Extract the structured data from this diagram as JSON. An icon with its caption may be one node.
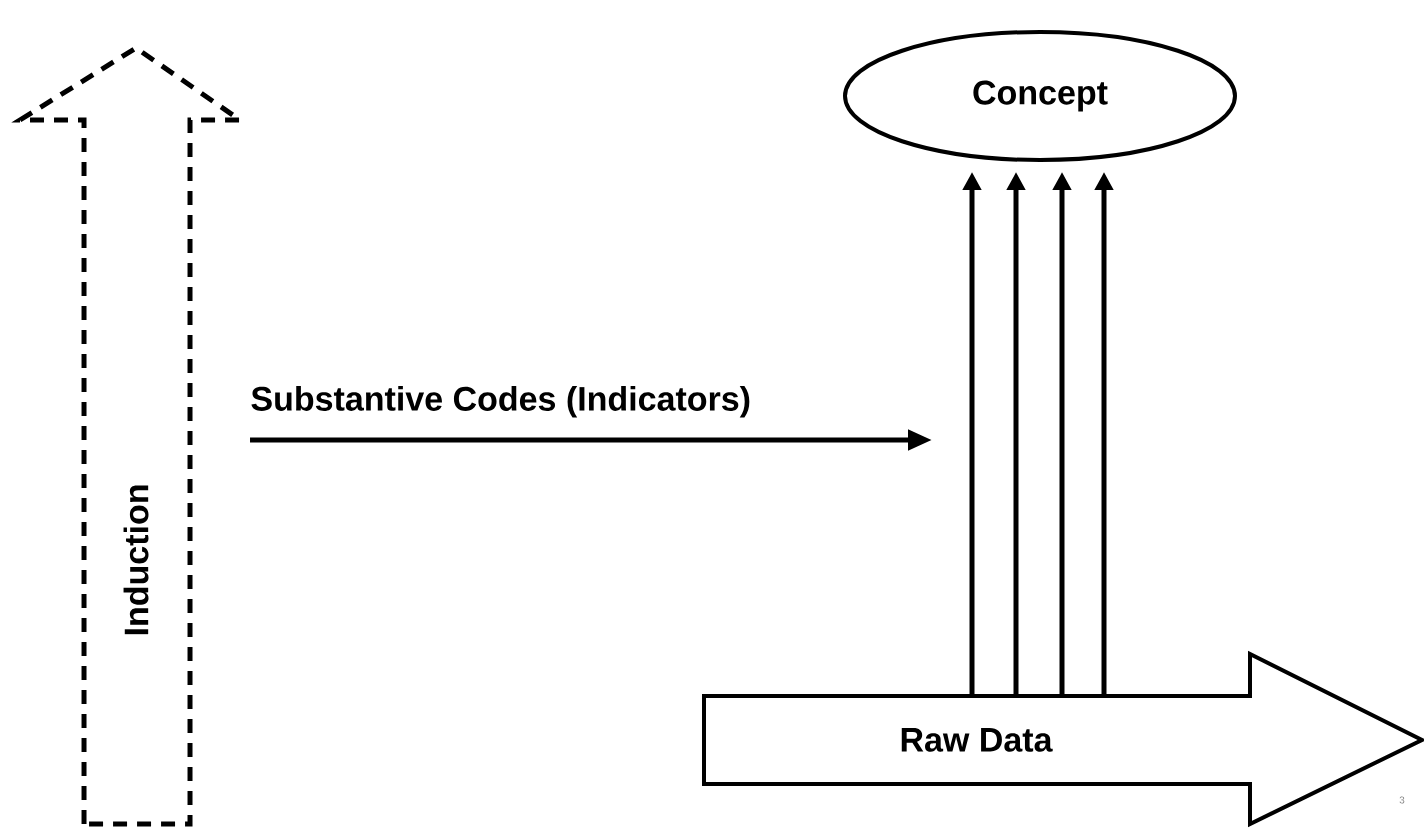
{
  "diagram": {
    "nodes": [
      {
        "text": [
          "Induction"
        ]
      },
      {
        "text": [
          "Concept"
        ]
      },
      {
        "text": [
          "Raw Data"
        ]
      }
    ],
    "edges": [
      {
        "from": 2,
        "to": 1,
        "arrow": "to"
      },
      {
        "from": 2,
        "to": 1,
        "arrow": "to"
      },
      {
        "from": 2,
        "to": 1,
        "arrow": "to"
      },
      {
        "from": 2,
        "to": 1,
        "arrow": "to"
      }
    ],
    "labels": [
      "Substantive Codes (Indicators)",
      "3"
    ]
  }
}
